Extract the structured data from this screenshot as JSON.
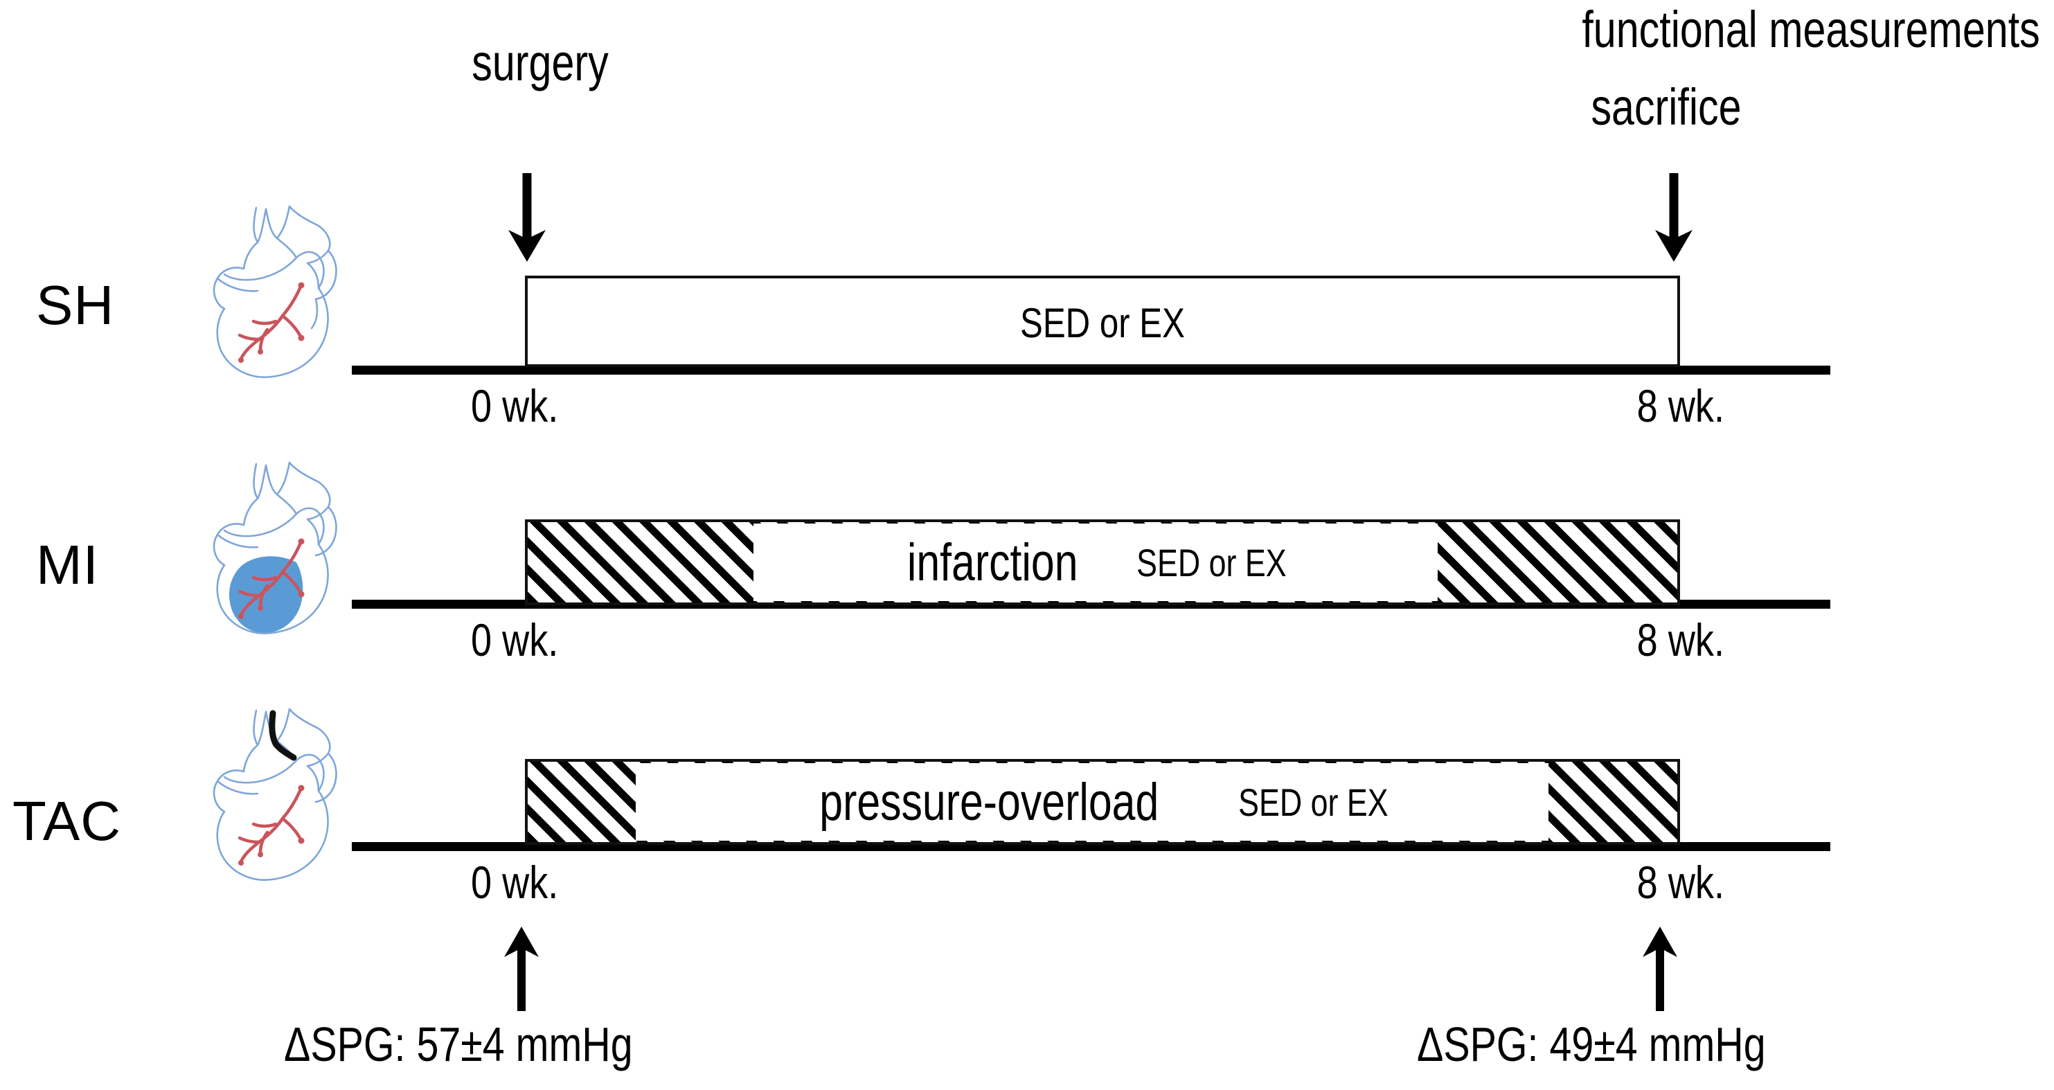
{
  "figure": {
    "type": "experimental-timeline-diagram",
    "title_annotations": {
      "surgery": "surgery",
      "functional_measurements": "functional measurements",
      "sacrifice": "sacrifice"
    },
    "timepoints": {
      "start": "0 wk.",
      "end": "8 wk."
    },
    "rows": [
      {
        "id": "sh",
        "label": "SH",
        "heart_icon": "heart-normal-icon",
        "bar_style": "open",
        "bar_condition_label": "",
        "bar_treatment_label": "SED or EX",
        "start_label": "0 wk.",
        "end_label": "8 wk."
      },
      {
        "id": "mi",
        "label": "MI",
        "heart_icon": "heart-infarct-icon",
        "bar_style": "hatched",
        "bar_condition_label": "infarction",
        "bar_treatment_label": "SED or EX",
        "start_label": "0 wk.",
        "end_label": "8 wk."
      },
      {
        "id": "tac",
        "label": "TAC",
        "heart_icon": "heart-banded-aorta-icon",
        "bar_style": "hatched",
        "bar_condition_label": "pressure-overload",
        "bar_treatment_label": "SED or EX",
        "start_label": "0 wk.",
        "end_label": "8 wk."
      }
    ],
    "footnotes": [
      {
        "id": "spg-start",
        "text": "ΔSPG: 57±4 mmHg"
      },
      {
        "id": "spg-end",
        "text": "ΔSPG: 49±4 mmHg"
      }
    ],
    "colors": {
      "heart_outline": "#7EA6D9",
      "coronary_artery": "#C9555C",
      "infarct_region": "#5B9BD5",
      "aortic_band": "#111111",
      "bar_stroke": "#111111",
      "axis": "#000000"
    }
  }
}
